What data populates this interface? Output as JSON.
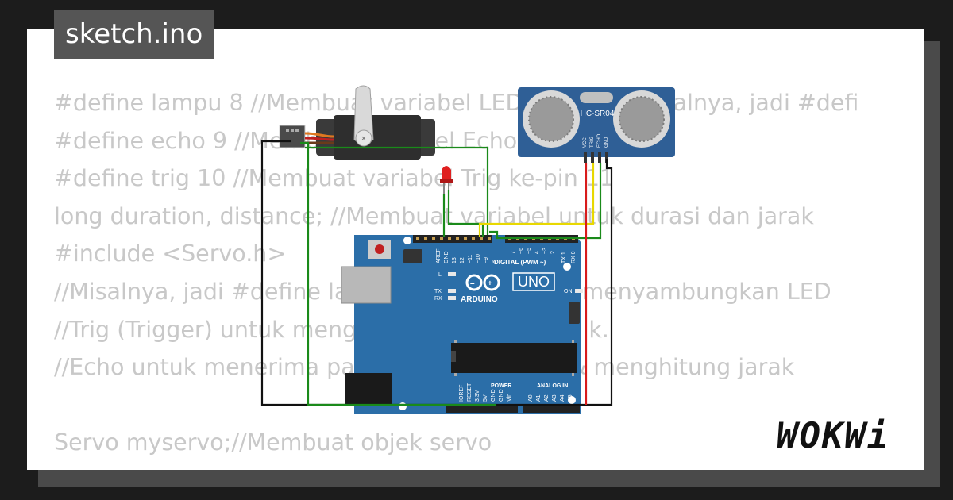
{
  "title": "sketch.ino",
  "code_lines": [
    "#define lampu 8 //Membuat variabel LED ke-pin 8. Misalnya, jadi #defi",
    "#define echo 9 //Membuat variabel Echo",
    "#define trig 10 //Membuat variabel Trig ke-pin 11",
    "long duration, distance; //Membuat variabel untuk durasi dan jarak",
    "#include <Servo.h>",
    "//Misalnya, jadi #define lampu 8 berarti harus menyambungkan LED",
    "//Trig (Trigger) untuk mengirim gelombang sonik.",
    "//Echo untuk menerima pantulan gelombang & menghitung jarak",
    "",
    "Servo myservo;//Membuat objek servo"
  ],
  "board": {
    "name": "UNO",
    "brand": "ARDUINO",
    "digital_label": "DIGITAL (PWM ~)",
    "power_label": "POWER",
    "analog_label": "ANALOG IN",
    "led_labels": [
      "L",
      "TX",
      "RX",
      "ON"
    ],
    "top_pins": [
      "AREF",
      "GND",
      "13",
      "12",
      "~11",
      "~10",
      "~9",
      "8",
      "7",
      "~6",
      "~5",
      "4",
      "~3",
      "2",
      "TX 1",
      "RX 0"
    ],
    "bottom_pins": [
      "IOREF",
      "RESET",
      "3.3V",
      "5V",
      "GND",
      "GND",
      "Vin",
      "A0",
      "A1",
      "A2",
      "A3",
      "A4",
      "A5"
    ]
  },
  "sensor": {
    "name": "HC-SR04",
    "pins": [
      "VCC",
      "TRIG",
      "ECHO",
      "GND"
    ]
  },
  "logo": "WOKWi",
  "colors": {
    "board_blue": "#2b6ea8",
    "sensor_blue": "#2f5f96",
    "wire_green": "#1a8a1a",
    "wire_red": "#d81b1b",
    "wire_yellow": "#e8d800",
    "wire_black": "#111111",
    "led_red": "#e02020"
  }
}
